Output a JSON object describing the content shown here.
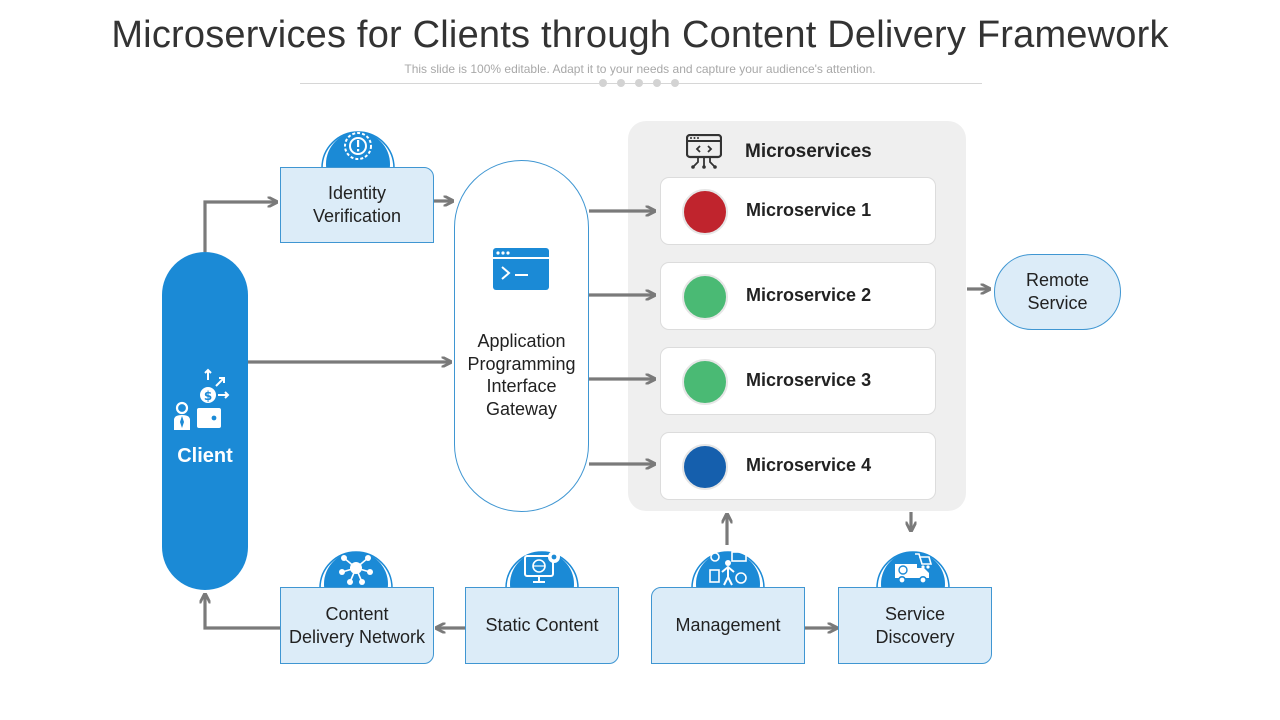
{
  "header": {
    "title": "Microservices for Clients through Content Delivery Framework",
    "subtitle": "This slide is 100% editable. Adapt it to your needs and capture  your audience's attention."
  },
  "client": {
    "label": "Client"
  },
  "identity": {
    "line1": "Identity",
    "line2": "Verification"
  },
  "gateway": {
    "line1": "Application",
    "line2": "Programming",
    "line3": "Interface",
    "line4": "Gateway"
  },
  "microservices": {
    "title": "Microservices",
    "items": [
      {
        "label": "Microservice 1",
        "color": "#c0242d"
      },
      {
        "label": "Microservice 2",
        "color": "#4aba74"
      },
      {
        "label": "Microservice 3",
        "color": "#4aba74"
      },
      {
        "label": "Microservice 4",
        "color": "#155fad"
      }
    ]
  },
  "remote": {
    "line1": "Remote",
    "line2": "Service"
  },
  "cdn": {
    "line1": "Content",
    "line2": "Delivery Network"
  },
  "static": {
    "label": "Static Content"
  },
  "management": {
    "label": "Management"
  },
  "discovery": {
    "line1": "Service",
    "line2": "Discovery"
  },
  "colors": {
    "accent": "#1b8ad6",
    "border": "#3f96d2",
    "fill": "#dcecf8",
    "arrow": "#7a7a7a"
  }
}
